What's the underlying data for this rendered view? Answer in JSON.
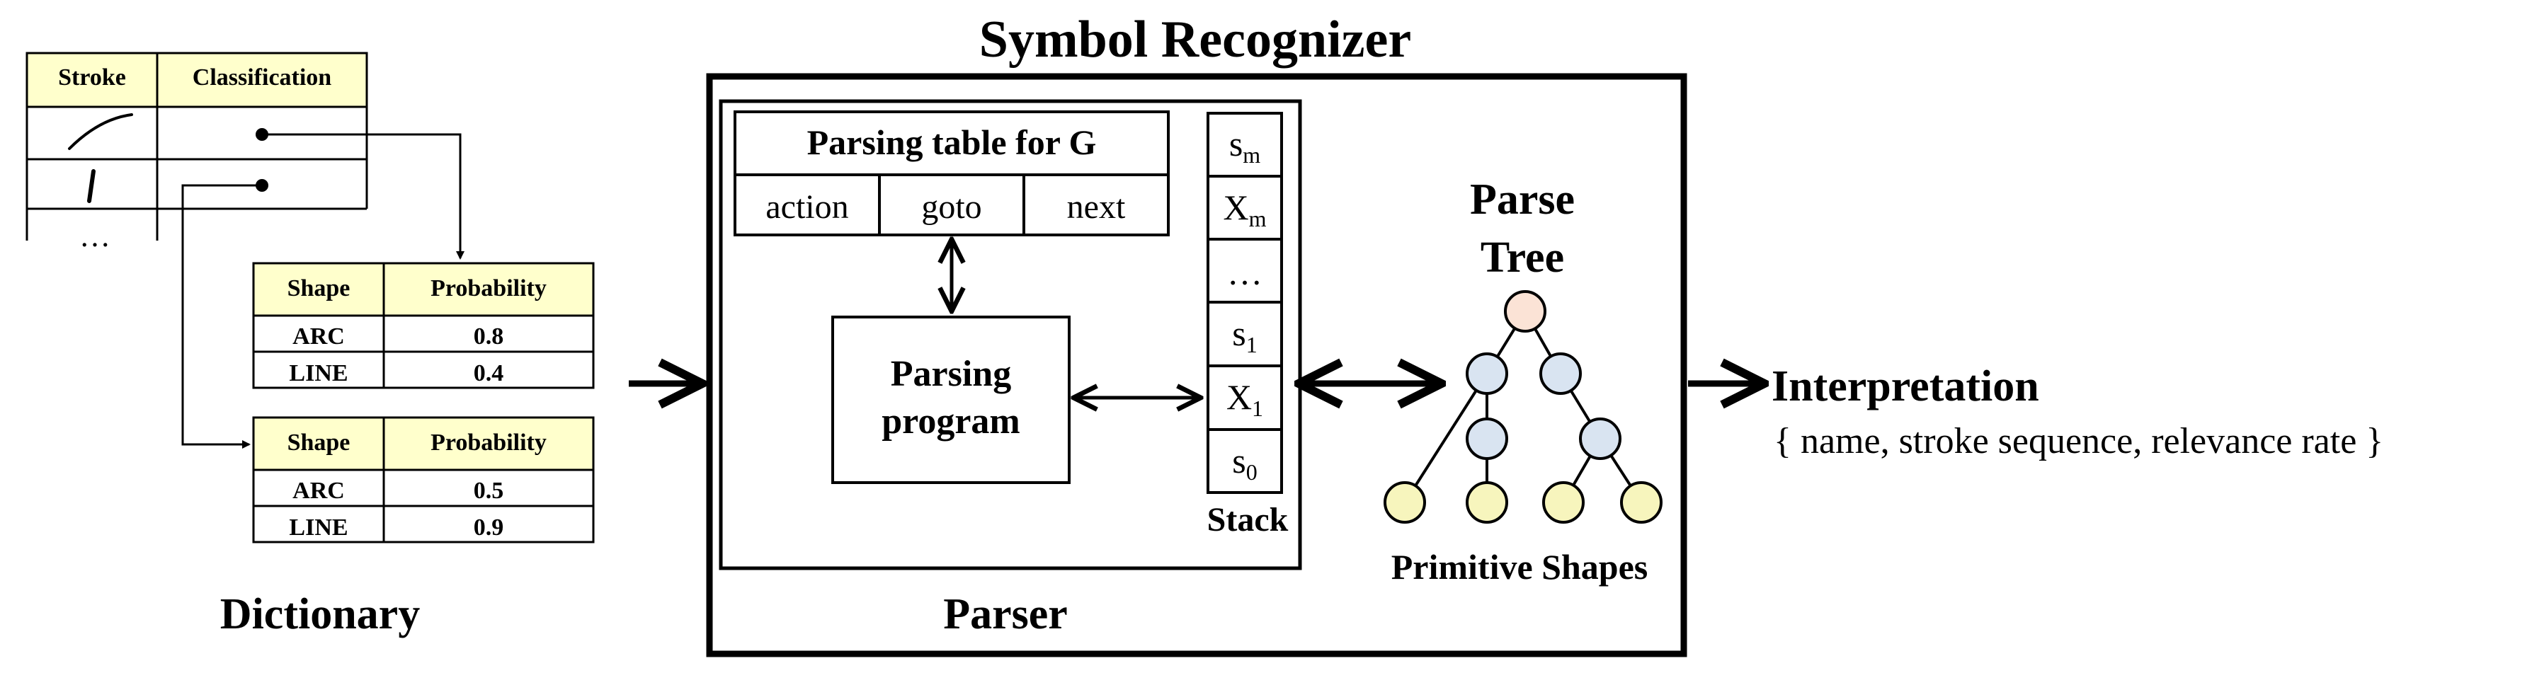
{
  "dictionary": {
    "label": "Dictionary",
    "stroke_table": {
      "headers": [
        "Stroke",
        "Classification"
      ],
      "ellipsis": "…"
    },
    "shape_tables": [
      {
        "headers": [
          "Shape",
          "Probability"
        ],
        "rows": [
          {
            "shape": "ARC",
            "probability": "0.8"
          },
          {
            "shape": "LINE",
            "probability": "0.4"
          }
        ]
      },
      {
        "headers": [
          "Shape",
          "Probability"
        ],
        "rows": [
          {
            "shape": "ARC",
            "probability": "0.5"
          },
          {
            "shape": "LINE",
            "probability": "0.9"
          }
        ]
      }
    ]
  },
  "recognizer": {
    "title": "Symbol Recognizer",
    "parser": {
      "label": "Parser",
      "parsing_table": {
        "title": "Parsing table for G",
        "columns": [
          "action",
          "goto",
          "next"
        ]
      },
      "parsing_program": {
        "line1": "Parsing",
        "line2": "program"
      },
      "stack": {
        "label": "Stack",
        "cells": [
          {
            "base": "s",
            "sub": "m"
          },
          {
            "base": "X",
            "sub": "m"
          },
          {
            "base": "…",
            "sub": ""
          },
          {
            "base": "s",
            "sub": "1"
          },
          {
            "base": "X",
            "sub": "1"
          },
          {
            "base": "s",
            "sub": "0"
          }
        ]
      }
    },
    "parse_tree": {
      "title_line1": "Parse",
      "title_line2": "Tree",
      "caption": "Primitive Shapes"
    }
  },
  "interpretation": {
    "title": "Interpretation",
    "detail": "{ name, stroke sequence, relevance rate }"
  },
  "colors": {
    "table_header_fill": "#FFFFCC",
    "root_node": "#FBE3D6",
    "inner_node": "#D9E4F1",
    "leaf_node": "#F7F5BD",
    "stroke": "#000000"
  }
}
